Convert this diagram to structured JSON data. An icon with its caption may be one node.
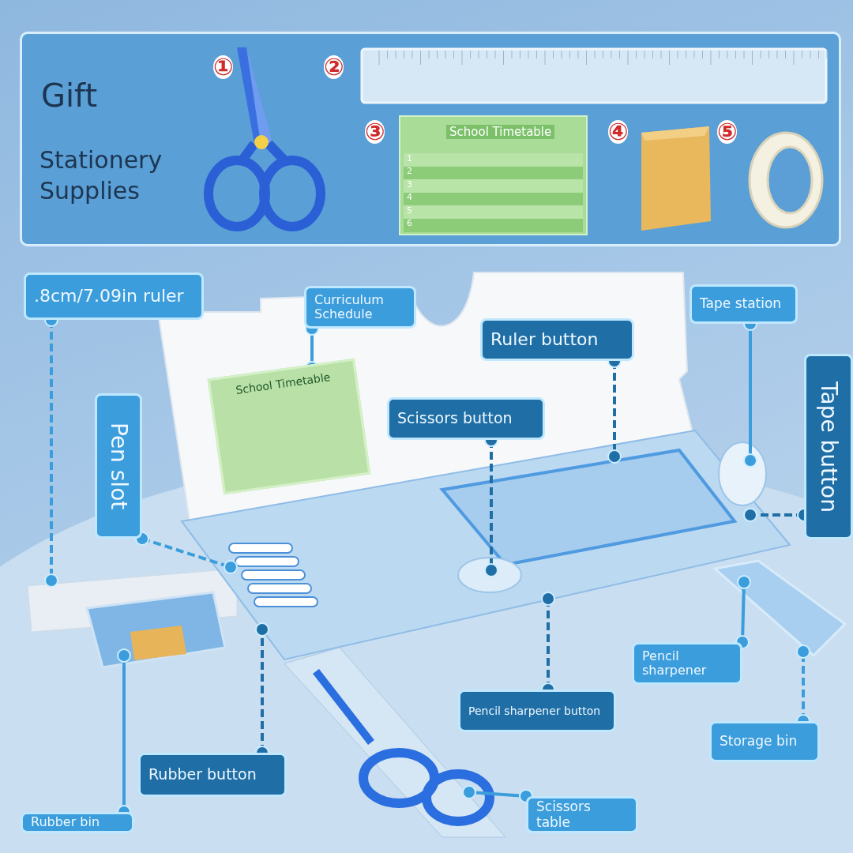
{
  "diagram": {
    "nodes": [
      {
        "text": [
          "Gift",
          "Stationery Supplies"
        ]
      },
      {
        "text": [
          ".8cm/7.09in ruler"
        ]
      },
      {
        "text": [
          "Curriculum Schedule"
        ]
      },
      {
        "text": [
          "Ruler button"
        ]
      },
      {
        "text": [
          "Tape station"
        ]
      },
      {
        "text": [
          "Scissors button"
        ]
      },
      {
        "text": [
          "Pen slot"
        ]
      },
      {
        "text": [
          "Tape button"
        ]
      },
      {
        "text": [
          "Pencil sharpener"
        ]
      },
      {
        "text": [
          "Pencil sharpener button"
        ]
      },
      {
        "text": [
          "Storage bin"
        ]
      },
      {
        "text": [
          "Rubber button"
        ]
      },
      {
        "text": [
          "Scissors table"
        ]
      },
      {
        "text": [
          "Rubber bin"
        ]
      },
      {
        "text": [
          "School Timetable"
        ]
      }
    ],
    "edges": [
      {
        "from": 1,
        "to": null,
        "arrow": "other",
        "style": "dashed"
      },
      {
        "from": 2,
        "to": 14,
        "arrow": "other"
      },
      {
        "from": 3,
        "to": null,
        "arrow": "other",
        "style": "dashed"
      },
      {
        "from": 4,
        "to": null,
        "arrow": "other"
      },
      {
        "from": 5,
        "to": null,
        "arrow": "other",
        "style": "dashed"
      },
      {
        "from": 6,
        "to": null,
        "arrow": "other",
        "style": "dashed"
      },
      {
        "from": 7,
        "to": null,
        "arrow": "other",
        "style": "dashed"
      },
      {
        "from": 8,
        "to": null,
        "arrow": "other"
      },
      {
        "from": 9,
        "to": null,
        "arrow": "other",
        "style": "dashed"
      },
      {
        "from": 10,
        "to": null,
        "arrow": "other",
        "style": "dashed"
      },
      {
        "from": 11,
        "to": null,
        "arrow": "other",
        "style": "dashed"
      },
      {
        "from": 12,
        "to": null,
        "arrow": "other"
      },
      {
        "from": 13,
        "to": null,
        "arrow": "other"
      }
    ],
    "labels": [
      "①",
      "②",
      "③",
      "④",
      "⑤",
      "School Timetable",
      "1",
      "2",
      "3",
      "4",
      "5",
      "6"
    ]
  }
}
